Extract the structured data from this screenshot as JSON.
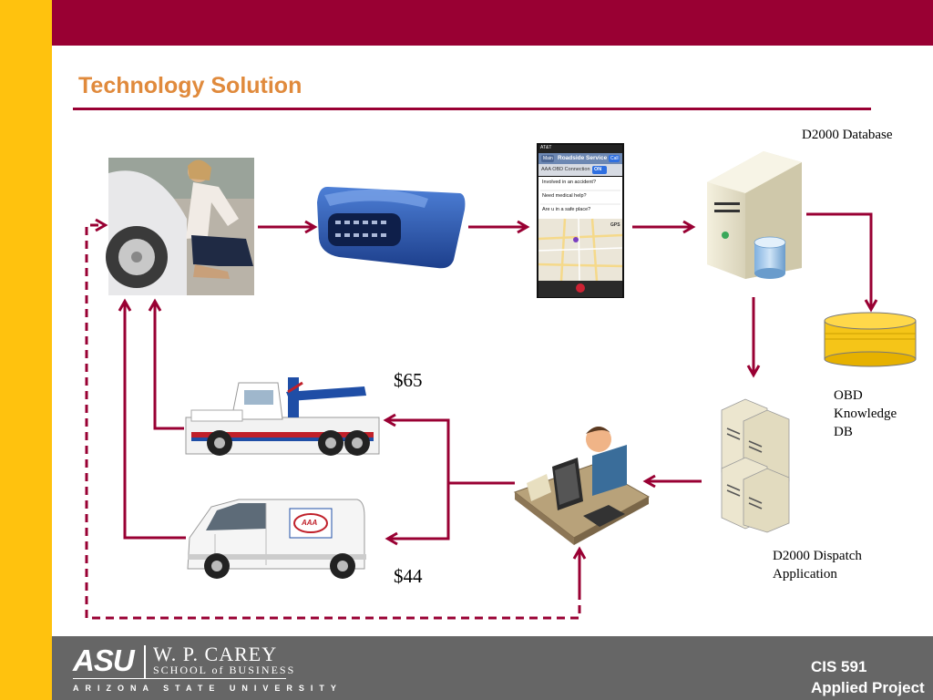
{
  "slide": {
    "title": "Technology Solution"
  },
  "labels": {
    "database": "D2000 Database",
    "obd_kb_line1": "OBD",
    "obd_kb_line2": "Knowledge",
    "obd_kb_line3": "DB",
    "dispatch_line1": "D2000 Dispatch",
    "dispatch_line2": "Application",
    "price_tow": "$65",
    "price_van": "$44"
  },
  "phone": {
    "carrier": "AT&T",
    "back_label": "Main",
    "header_title": "Roadside Service",
    "action_label": "Call",
    "connection_label": "AAA OBD Connection",
    "connection_toggle": "ON",
    "question_1": "Involved in an accident?",
    "question_2": "Need medical help?",
    "question_3": "Are u in a safe place?",
    "map_tag": "GPS"
  },
  "van": {
    "logo_text": "AAA"
  },
  "footer": {
    "asu_logo": "ASU",
    "school_name": "W. P. CAREY",
    "school_sub": "SCHOOL of BUSINESS",
    "university": "ARIZONA STATE UNIVERSITY",
    "course_code": "CIS 591",
    "course_name": "Applied Project"
  },
  "colors": {
    "maroon": "#990033",
    "gold": "#ffc20e",
    "title_orange": "#e08a3c",
    "footer_gray": "#666666"
  }
}
